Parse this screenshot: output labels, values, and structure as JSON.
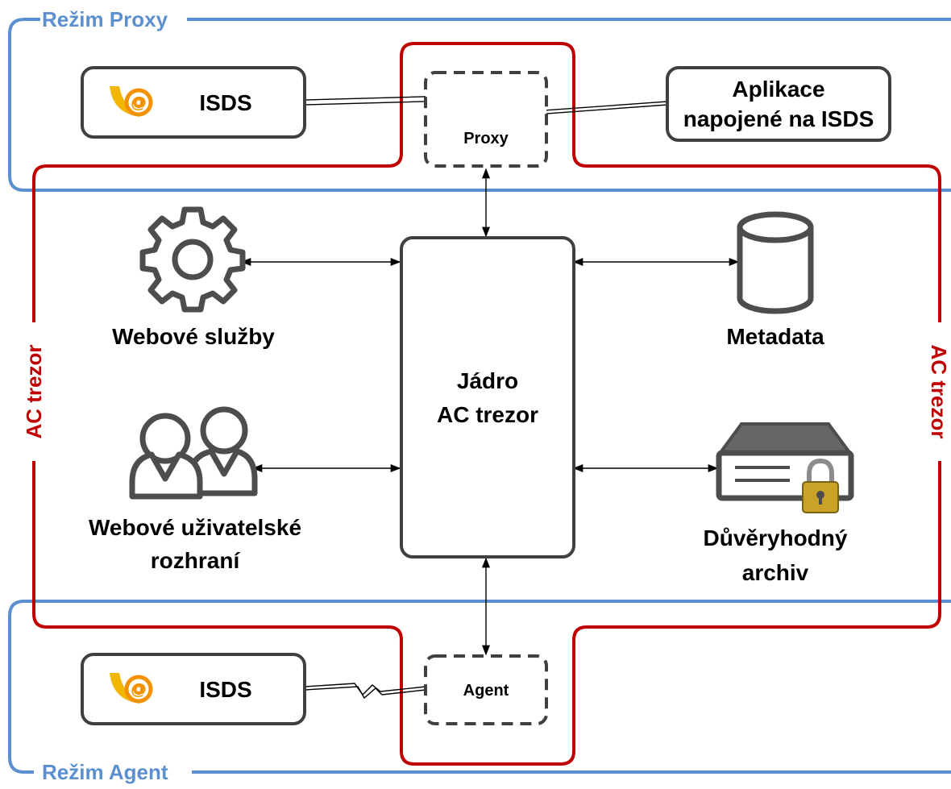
{
  "colors": {
    "blue_frame": "#5b8fcf",
    "red_frame": "#c00000",
    "box_stroke": "#404040",
    "icon_gray": "#4d4d4d",
    "isds_logo_yellow": "#f2b705",
    "isds_logo_orange": "#f39200",
    "lock_gold": "#c9a227"
  },
  "proxy_mode": {
    "label": "Režim Proxy",
    "isds_box": {
      "label": "ISDS",
      "icon": "isds-logo-icon"
    },
    "proxy_box": {
      "label": "Proxy"
    },
    "apps_box": {
      "line1": "Aplikace",
      "line2": "napojené na ISDS"
    }
  },
  "agent_mode": {
    "label": "Režim Agent",
    "isds_box": {
      "label": "ISDS",
      "icon": "isds-logo-icon"
    },
    "agent_box": {
      "label": "Agent"
    }
  },
  "vault": {
    "label_left": "AC trezor",
    "label_right": "AC trezor",
    "core": {
      "line1": "Jádro",
      "line2": "AC trezor"
    },
    "web_services": {
      "label": "Webové služby",
      "icon": "gear-icon"
    },
    "web_ui": {
      "line1": "Webové uživatelské",
      "line2": "rozhraní",
      "icon": "users-icon"
    },
    "metadata": {
      "label": "Metadata",
      "icon": "database-icon"
    },
    "archive": {
      "line1": "Důvěryhodný",
      "line2": "archiv",
      "icon": "locked-server-icon"
    }
  }
}
